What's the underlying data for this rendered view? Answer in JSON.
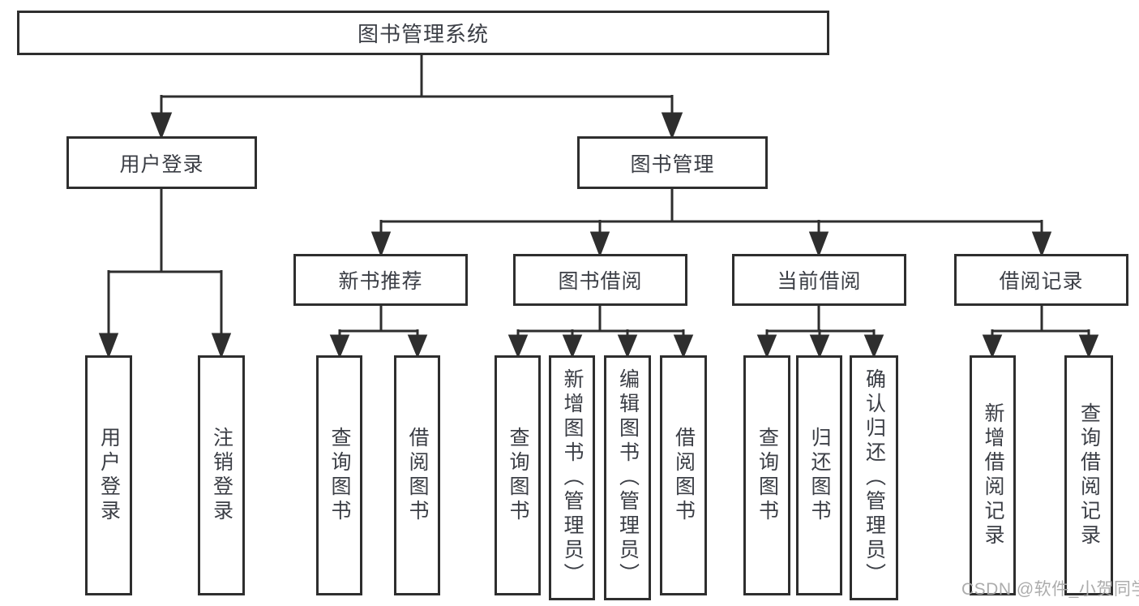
{
  "diagram": {
    "title": "图书管理系统",
    "level2": {
      "user_login": "用户登录",
      "book_mgmt": "图书管理"
    },
    "level3": {
      "new_book_rec": "新书推荐",
      "book_borrow": "图书借阅",
      "current_borrow": "当前借阅",
      "borrow_record": "借阅记录"
    },
    "leaves": {
      "login": "用户登录",
      "logout": "注销登录",
      "nb_query": "查询图书",
      "nb_borrow": "借阅图书",
      "bb_query": "查询图书",
      "bb_add": "新增图书（管理员）",
      "bb_edit": "编辑图书（管理员）",
      "bb_borrow": "借阅图书",
      "cb_query": "查询图书",
      "cb_return": "归还图书",
      "cb_confirm": "确认归还（管理员）",
      "br_add": "新增借阅记录",
      "br_query": "查询借阅记录"
    }
  },
  "watermark": "CSDN @软件_小贺同学",
  "colors": {
    "line": "#2e2e2e",
    "text": "#3b3e45",
    "background": "#ffffff",
    "watermark": "#a8a8a8"
  }
}
